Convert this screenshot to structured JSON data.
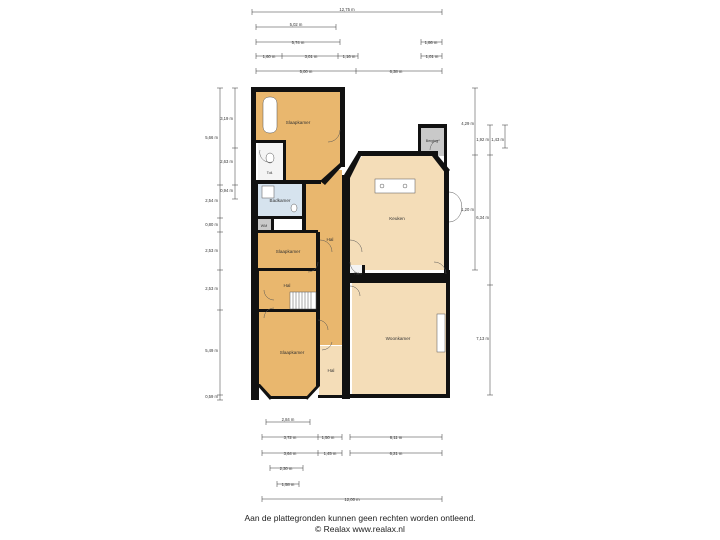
{
  "dimensions": {
    "top": [
      "12,75 m",
      "5,02 m",
      "1,86 m",
      "5,74 m",
      "1,60 m",
      "3,01 m",
      "1,16 m",
      "1,01 m",
      "5,00 m",
      "6,38 m"
    ],
    "left": [
      "3,19 m",
      "5,66 m",
      "2,63 m",
      "0,94 m",
      "2,54 m",
      "0,80 m",
      "2,53 m",
      "2,53 m",
      "5,49 m",
      "0,59 m"
    ],
    "right": [
      "4,29 m",
      "1,92 m",
      "1,43 m",
      "1,20 m",
      "6,34 m",
      "7,13 m"
    ],
    "bottom": [
      "2,84 m",
      "3,72 m",
      "1,50 m",
      "6,11 m",
      "3,64 m",
      "1,45 m",
      "6,21 m",
      "2,30 m",
      "1,58 m",
      "12,00 m"
    ]
  },
  "rooms": {
    "slaapkamer_1": "Slaapkamer",
    "toilet_1": "Toil.",
    "badkamer": "Badkamer",
    "wm": "WM",
    "slaapkamer_2": "Slaapkamer",
    "hal_1": "Hal",
    "berging": "Berging",
    "keuken": "Keuken",
    "toilet_2": "Toil.",
    "hal_2": "Hal",
    "slaapkamer_3": "Slaapkamer",
    "woonkamer": "Woonkamer",
    "hal_3": "Hal"
  },
  "colors": {
    "floor_orange": "#e9b76e",
    "floor_light": "#f4ddb8",
    "floor_blue": "#d6e3ee",
    "wall": "#111111"
  },
  "footer": {
    "line1": "Aan de plattegronden kunnen geen rechten worden ontleend.",
    "line2": "© Realax www.realax.nl"
  }
}
